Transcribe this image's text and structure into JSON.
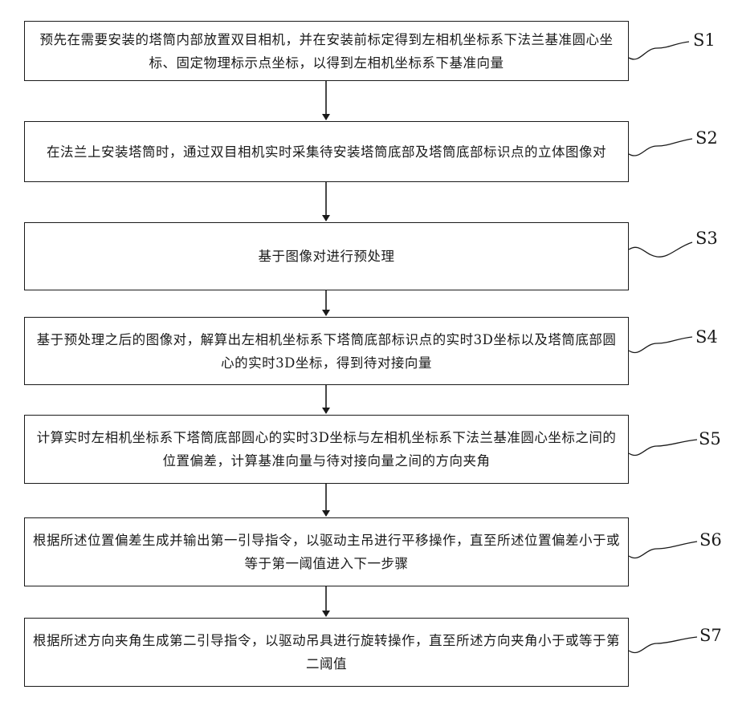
{
  "steps": [
    {
      "id": "S1",
      "text": "预先在需要安装的塔筒内部放置双目相机，并在安装前标定得到左相机坐标系下法兰基准圆心坐标、固定物理标示点坐标，以得到左相机坐标系下基准向量"
    },
    {
      "id": "S2",
      "text": "在法兰上安装塔筒时，通过双目相机实时采集待安装塔筒底部及塔筒底部标识点的立体图像对"
    },
    {
      "id": "S3",
      "text": "基于图像对进行预处理"
    },
    {
      "id": "S4",
      "text": "基于预处理之后的图像对，解算出左相机坐标系下塔筒底部标识点的实时3D坐标以及塔筒底部圆心的实时3D坐标，得到待对接向量"
    },
    {
      "id": "S5",
      "text": "计算实时左相机坐标系下塔筒底部圆心的实时3D坐标与左相机坐标系下法兰基准圆心坐标之间的位置偏差，计算基准向量与待对接向量之间的方向夹角"
    },
    {
      "id": "S6",
      "text": "根据所述位置偏差生成并输出第一引导指令，以驱动主吊进行平移操作，直至所述位置偏差小于或等于第一阈值进入下一步骤"
    },
    {
      "id": "S7",
      "text": "根据所述方向夹角生成第二引导指令，以驱动吊具进行旋转操作，直至所述方向夹角小于或等于第二阈值"
    }
  ]
}
